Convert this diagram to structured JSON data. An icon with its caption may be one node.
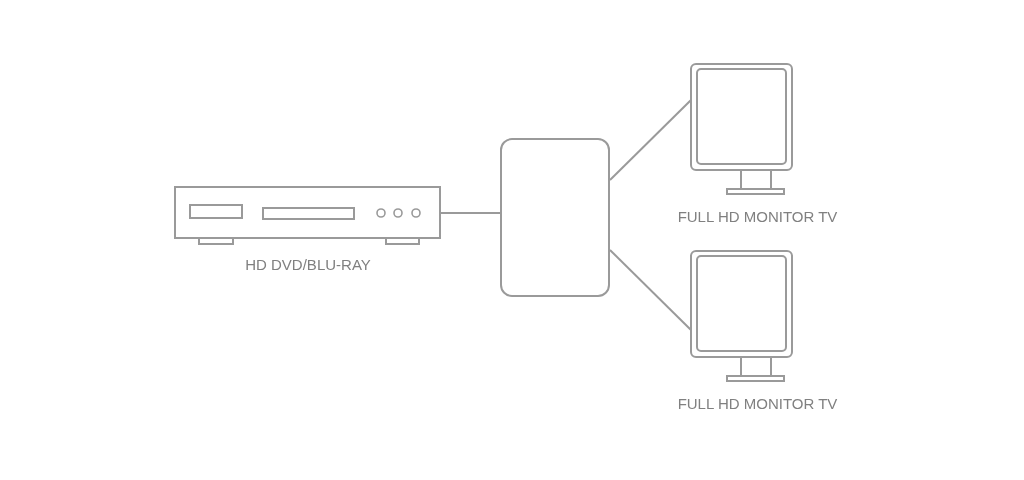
{
  "diagram": {
    "nodes": [
      {
        "text": [
          "HD DVD/BLU-RAY"
        ]
      },
      {
        "text": [],
        "shape": "box"
      },
      {
        "text": [
          "FULL HD MONITOR TV"
        ]
      },
      {
        "text": [
          "FULL HD MONITOR TV"
        ]
      }
    ],
    "edges": [
      {
        "from": 0,
        "to": 1,
        "arrow": "none"
      },
      {
        "from": 1,
        "to": 2,
        "arrow": "none"
      },
      {
        "from": 1,
        "to": 3,
        "arrow": "none"
      }
    ]
  }
}
